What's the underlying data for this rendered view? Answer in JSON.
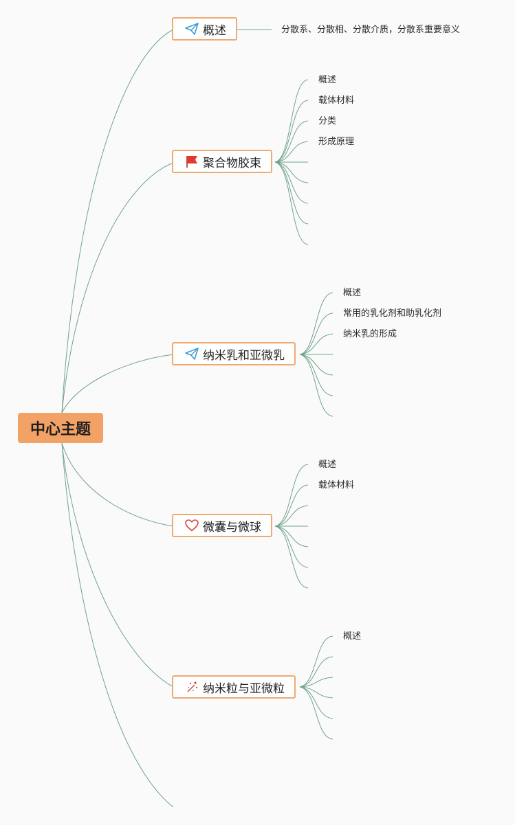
{
  "central_topic": "中心主题",
  "branches": [
    {
      "label": "概述",
      "icon": "paper-plane-icon",
      "children": [
        "分散系、分散相、分散介质，分散系重要意义"
      ]
    },
    {
      "label": "聚合物胶束",
      "icon": "red-flag-icon",
      "children": [
        "概述",
        "载体材料",
        "分类",
        "形成原理"
      ]
    },
    {
      "label": "纳米乳和亚微乳",
      "icon": "paper-plane-icon",
      "children": [
        "概述",
        "常用的乳化剂和助乳化剂",
        "纳米乳的形成"
      ]
    },
    {
      "label": "微囊与微球",
      "icon": "heart-outline-icon",
      "children": [
        "概述",
        "载体材料"
      ]
    },
    {
      "label": "纳米粒与亚微粒",
      "icon": "sparkle-icon",
      "children": [
        "概述"
      ]
    }
  ],
  "colors": {
    "central_fill": "#f3a265",
    "branch_border": "#efaa72",
    "connector": "#6fa38a",
    "plane_icon": "#3a9bd5",
    "flag_icon": "#e03a2f",
    "heart_icon": "#d9413b"
  }
}
